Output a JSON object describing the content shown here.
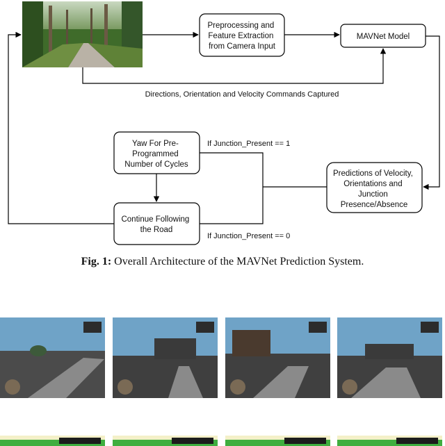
{
  "diagram": {
    "nodes": {
      "camera_image": {
        "alt": "forest road camera frame"
      },
      "preprocessing": {
        "lines": [
          "Preprocessing and",
          "Feature Extraction",
          "from Camera Input"
        ]
      },
      "model": {
        "lines": [
          "MAVNet Model"
        ]
      },
      "predictions": {
        "lines": [
          "Predictions of Velocity,",
          "Orientations and",
          "Junction",
          "Presence/Absence"
        ]
      },
      "yaw": {
        "lines": [
          "Yaw For Pre-",
          "Programmed",
          "Number of Cycles"
        ]
      },
      "follow": {
        "lines": [
          "Continue Following",
          "the Road"
        ]
      }
    },
    "edge_labels": {
      "captured": "Directions, Orientation and Velocity Commands Captured",
      "junction_yes": "If Junction_Present == 1",
      "junction_no": "If Junction_Present == 0"
    }
  },
  "caption": {
    "label": "Fig. 1:",
    "text": "Overall Architecture of the MAVNet Prediction System."
  },
  "thumbnails": {
    "row1": [
      {
        "alt": "GTA frame 1"
      },
      {
        "alt": "GTA frame 2"
      },
      {
        "alt": "GTA frame 3"
      },
      {
        "alt": "GTA frame 4"
      }
    ],
    "row2": [
      {
        "alt": "kart frame 1"
      },
      {
        "alt": "kart frame 2"
      },
      {
        "alt": "kart frame 3"
      },
      {
        "alt": "kart frame 4"
      }
    ]
  }
}
